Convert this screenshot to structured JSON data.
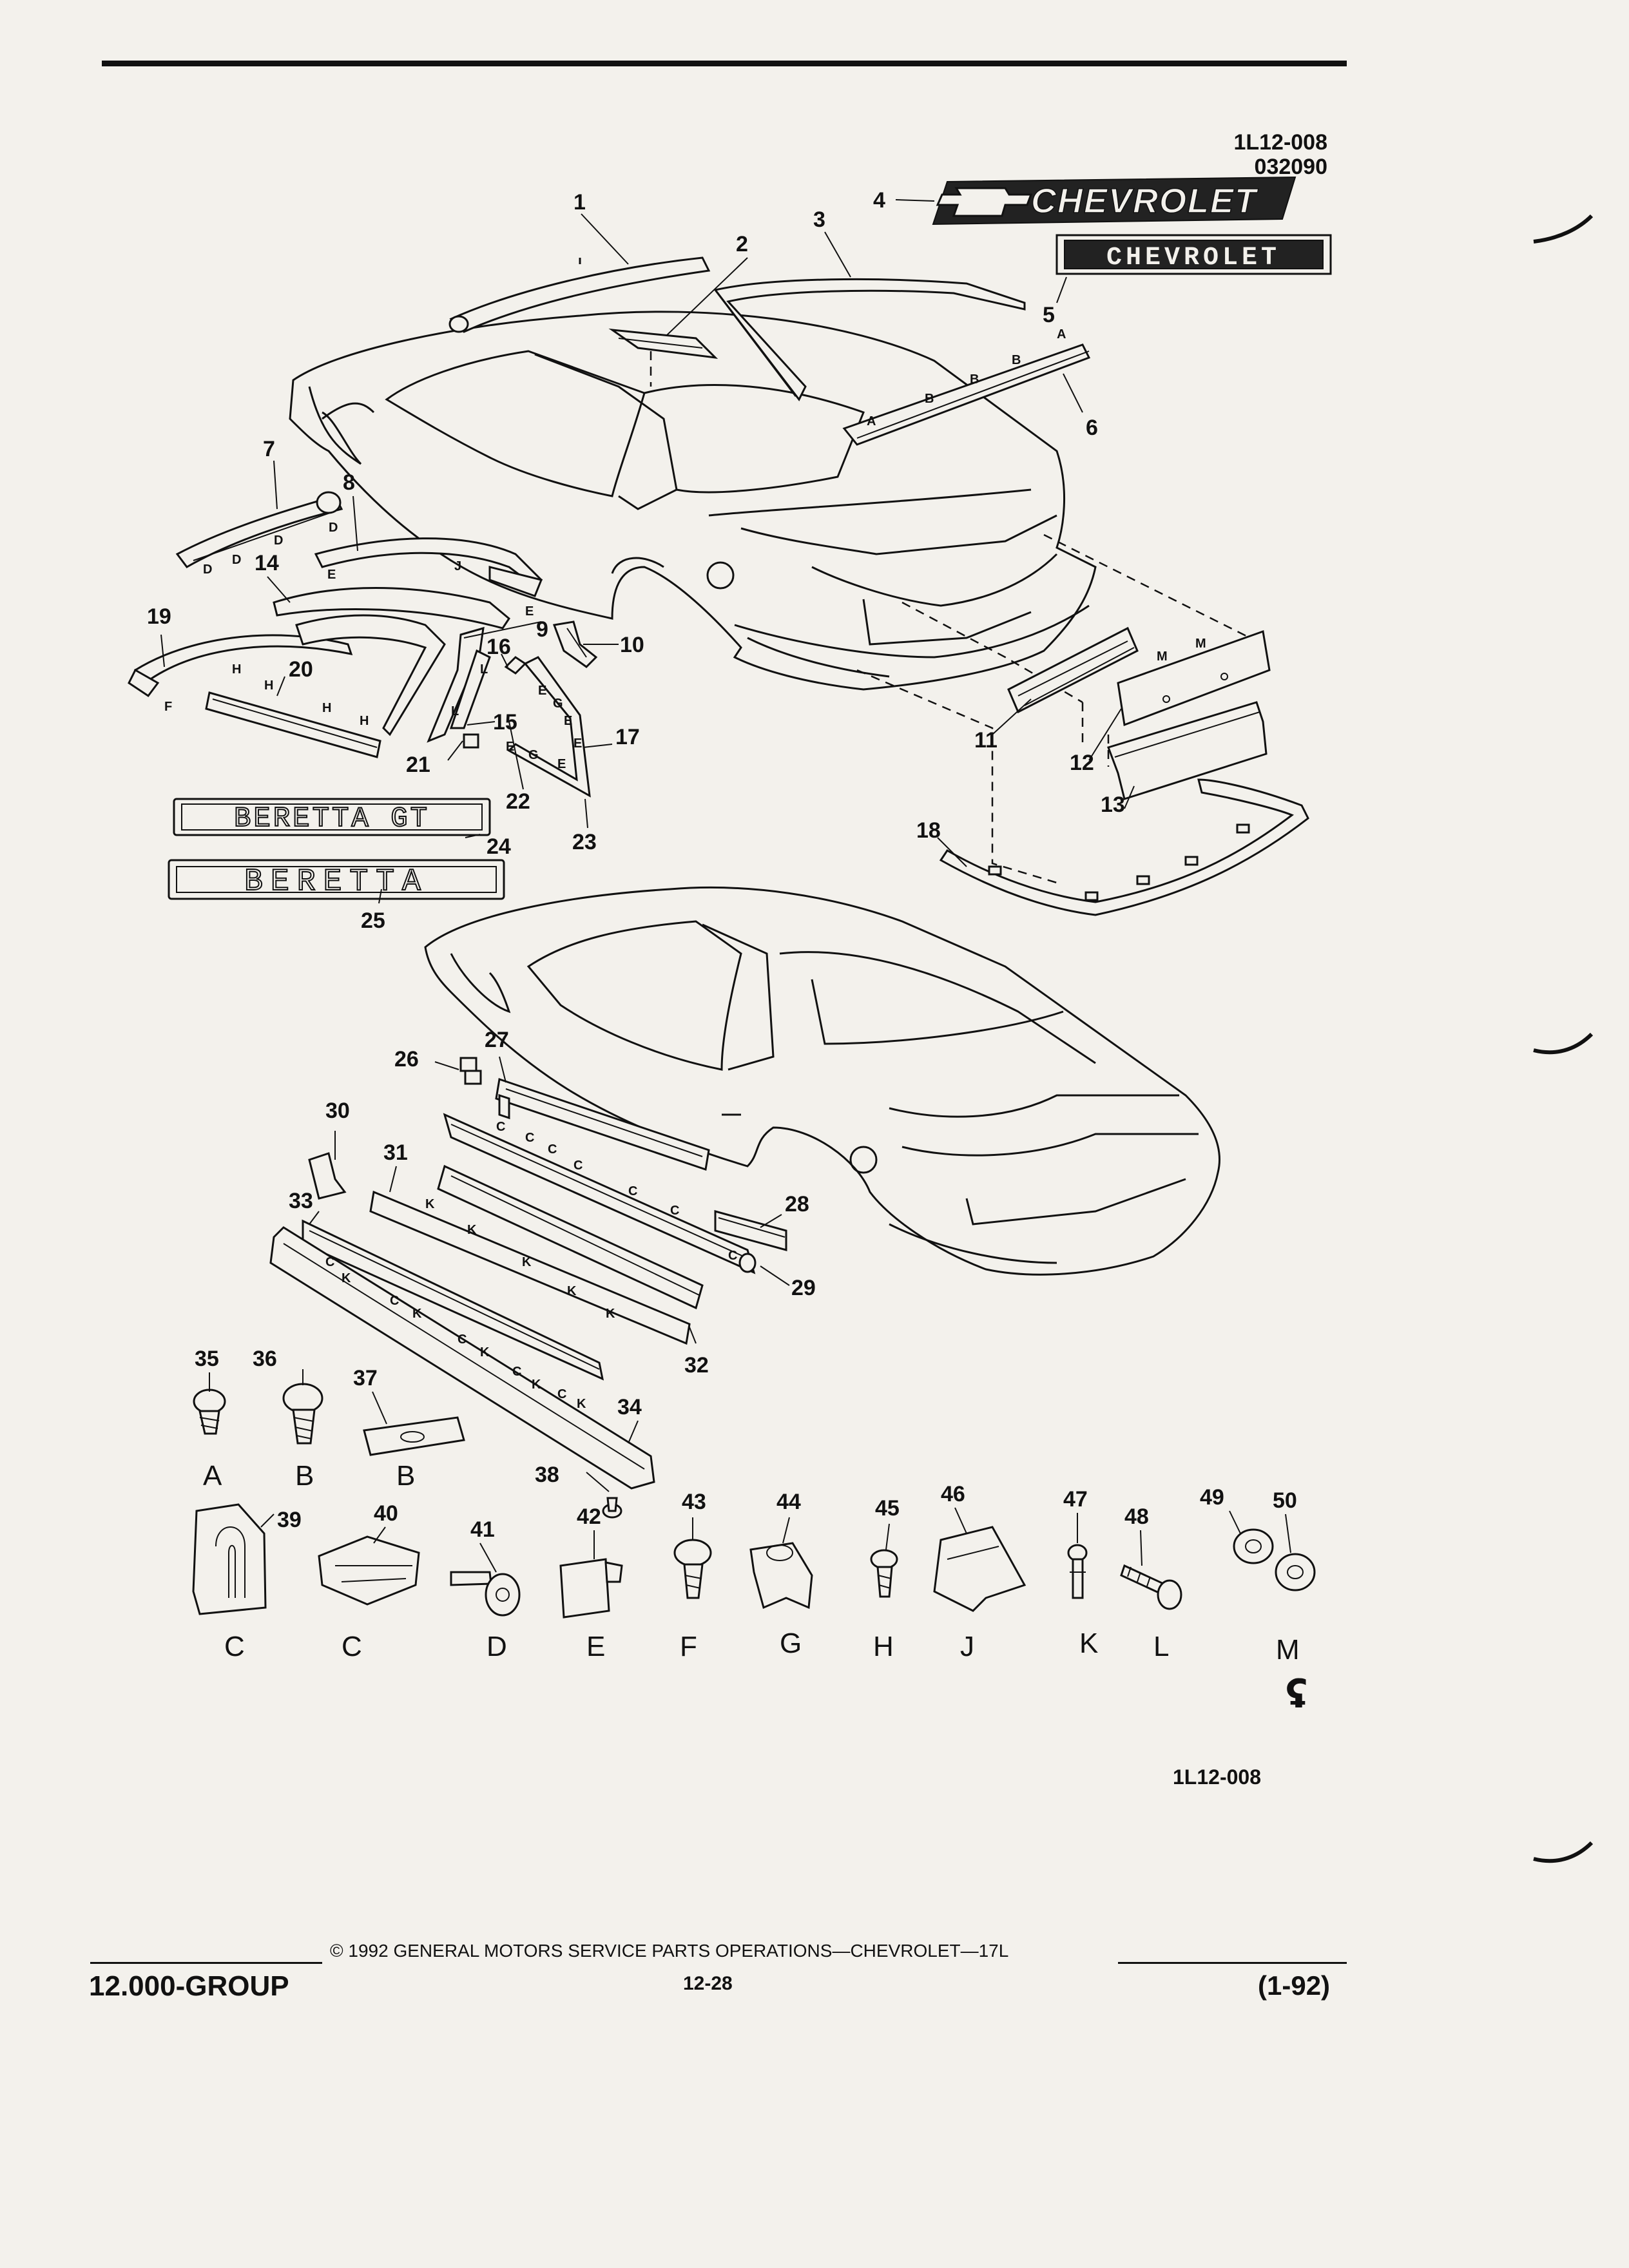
{
  "header": {
    "illustration_code": "1L12-008",
    "date_code": "032090"
  },
  "footer": {
    "group": "12.000-GROUP",
    "copyright": "© 1992 GENERAL MOTORS SERVICE PARTS OPERATIONS—CHEVROLET—17L",
    "page_number": "12-28",
    "revision": "(1-92)",
    "illustration_code": "1L12-008"
  },
  "emblems": {
    "chevrolet_script": "CHEVROLET",
    "chevrolet_block": "CHEVROLET",
    "beretta_gt": "BERETTA GT",
    "beretta": "BERETTA"
  },
  "part_numbers": [
    "1",
    "2",
    "3",
    "4",
    "5",
    "6",
    "7",
    "8",
    "9",
    "10",
    "11",
    "12",
    "13",
    "14",
    "15",
    "16",
    "17",
    "18",
    "19",
    "20",
    "21",
    "22",
    "23",
    "24",
    "25",
    "26",
    "27",
    "28",
    "29",
    "30",
    "31",
    "32",
    "33",
    "34",
    "35",
    "36",
    "37",
    "38",
    "39",
    "40",
    "41",
    "42",
    "43",
    "44",
    "45",
    "46",
    "47",
    "48",
    "49",
    "50"
  ],
  "fastener_letters": [
    "A",
    "B",
    "B",
    "C",
    "C",
    "D",
    "E",
    "F",
    "G",
    "H",
    "J",
    "K",
    "L",
    "M"
  ],
  "location_codes": {
    "A": "A",
    "B": "B",
    "C": "C",
    "D": "D",
    "E": "E",
    "F": "F",
    "G": "G",
    "H": "H",
    "J": "J",
    "K": "K",
    "L": "L",
    "M": "M"
  },
  "gm_mark": "ʢ"
}
